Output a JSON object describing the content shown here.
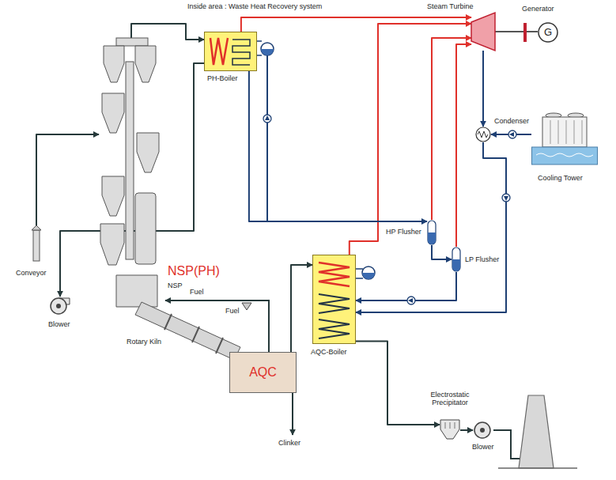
{
  "diagram": {
    "nodes": [
      {
        "text": [
          "Inside area : Waste Heat Recovery system"
        ]
      },
      {
        "text": [
          "PH-Boiler"
        ],
        "in": 0
      },
      {
        "text": [
          "Steam Turbine"
        ],
        "in": 0
      },
      {
        "text": [
          "Generator",
          "G"
        ],
        "in": 0
      },
      {
        "text": [
          "Condenser"
        ],
        "in": 0
      },
      {
        "text": [
          "Cooling Tower"
        ],
        "in": 0
      },
      {
        "text": [
          "HP Flusher"
        ],
        "in": 0
      },
      {
        "text": [
          "LP Flusher"
        ],
        "in": 0
      },
      {
        "text": [
          "AQC-Boiler"
        ],
        "in": 0
      },
      {
        "text": [
          "Conveyor"
        ]
      },
      {
        "text": [
          "NSP(PH)",
          "NSP"
        ]
      },
      {
        "text": [
          "Blower"
        ]
      },
      {
        "text": [
          "Rotary Kiln"
        ]
      },
      {
        "text": [
          "AQC"
        ]
      },
      {
        "text": [
          "Electrostatic Precipitator"
        ]
      },
      {
        "text": [
          "Blower"
        ]
      }
    ],
    "edges": [
      {
        "from": 1,
        "to": 2,
        "arrow": "to"
      },
      {
        "from": 8,
        "to": 2,
        "arrow": "to"
      },
      {
        "from": 6,
        "to": 2,
        "arrow": "to"
      },
      {
        "from": 7,
        "to": 2,
        "arrow": "to"
      },
      {
        "from": 2,
        "to": 3,
        "arrow": "none"
      },
      {
        "from": 2,
        "to": 4,
        "arrow": "to"
      },
      {
        "from": 5,
        "to": 4,
        "arrow": "to"
      },
      {
        "from": 4,
        "to": 8,
        "arrow": "to"
      },
      {
        "from": 7,
        "to": 8,
        "arrow": "to"
      },
      {
        "from": 6,
        "to": 7,
        "arrow": "to"
      },
      {
        "from": 1,
        "to": 6,
        "arrow": "to"
      },
      {
        "from": 10,
        "to": 1,
        "arrow": "to"
      },
      {
        "from": 1,
        "to": 11,
        "arrow": "to"
      },
      {
        "from": 9,
        "to": 10,
        "arrow": "to"
      },
      {
        "from": 13,
        "to": 8,
        "arrow": "to"
      },
      {
        "from": 8,
        "to": 14,
        "arrow": "to"
      },
      {
        "from": 14,
        "to": 15,
        "arrow": "to"
      }
    ],
    "labels": [
      "Fuel",
      "Fuel",
      "Clinker"
    ]
  }
}
